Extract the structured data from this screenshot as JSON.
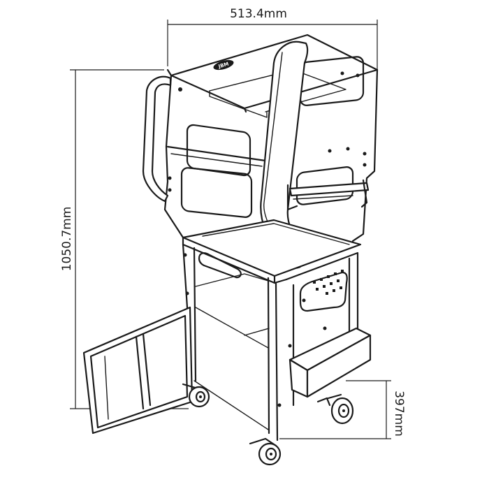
{
  "brand": {
    "logo_text": "JBM"
  },
  "dimensions": {
    "width": "513.4mm",
    "height": "1050.7mm",
    "lower_height": "397mm"
  },
  "colors": {
    "line": "#1a1a1a",
    "background": "#ffffff"
  }
}
